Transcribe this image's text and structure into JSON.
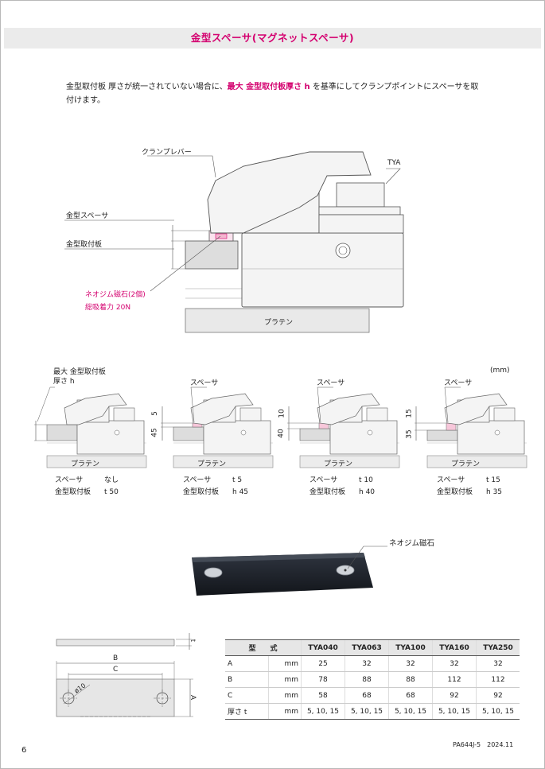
{
  "header": {
    "title": "金型スペーサ(マグネットスペーサ)"
  },
  "intro": {
    "text_before": "金型取付板 厚さが統一されていない場合に、",
    "highlight": "最大 金型取付板厚さ h",
    "text_after": " を基準にしてクランプポイントにスペーサを取付けます。"
  },
  "main_diagram": {
    "clamp_lever": "クランプレバー",
    "model": "TYA",
    "spacer": "金型スペーサ",
    "mold_plate": "金型取付板",
    "magnet": "ネオジム磁石(2個)",
    "force": "総吸着力 20N",
    "platen": "プラテン"
  },
  "examples": {
    "unit": "(mm)",
    "max_label_1": "最大 金型取付板",
    "max_label_2": "厚さ h",
    "spacer_label": "スペーサ",
    "platen": "プラテン",
    "items": [
      {
        "spacer_key": "スペーサ",
        "spacer_val": "なし",
        "plate_key": "金型取付板",
        "plate_val": "t 50",
        "dim_top": "",
        "dim_bottom": ""
      },
      {
        "spacer_key": "スペーサ",
        "spacer_val": "t 5",
        "plate_key": "金型取付板",
        "plate_val": "h 45",
        "dim_top": "5",
        "dim_bottom": "45"
      },
      {
        "spacer_key": "スペーサ",
        "spacer_val": "t 10",
        "plate_key": "金型取付板",
        "plate_val": "h 40",
        "dim_top": "10",
        "dim_bottom": "40"
      },
      {
        "spacer_key": "スペーサ",
        "spacer_val": "t 15",
        "plate_key": "金型取付板",
        "plate_val": "h 35",
        "dim_top": "15",
        "dim_bottom": "35"
      }
    ]
  },
  "photo": {
    "label": "ネオジム磁石"
  },
  "drawing": {
    "b": "B",
    "c": "C",
    "a": "A",
    "t": "t",
    "dia": "ø10"
  },
  "table": {
    "headers": [
      "型　　式",
      "TYA040",
      "TYA063",
      "TYA100",
      "TYA160",
      "TYA250"
    ],
    "rows": [
      {
        "label": "A",
        "unit": "mm",
        "values": [
          "25",
          "32",
          "32",
          "32",
          "32"
        ]
      },
      {
        "label": "B",
        "unit": "mm",
        "values": [
          "78",
          "88",
          "88",
          "112",
          "112"
        ]
      },
      {
        "label": "C",
        "unit": "mm",
        "values": [
          "58",
          "68",
          "68",
          "92",
          "92"
        ]
      },
      {
        "label": "厚さ t",
        "unit": "mm",
        "values": [
          "5, 10, 15",
          "5, 10, 15",
          "5, 10, 15",
          "5, 10, 15",
          "5, 10, 15"
        ]
      }
    ]
  },
  "footer": {
    "page": "6",
    "code": "PA644J-5　2024.11"
  }
}
